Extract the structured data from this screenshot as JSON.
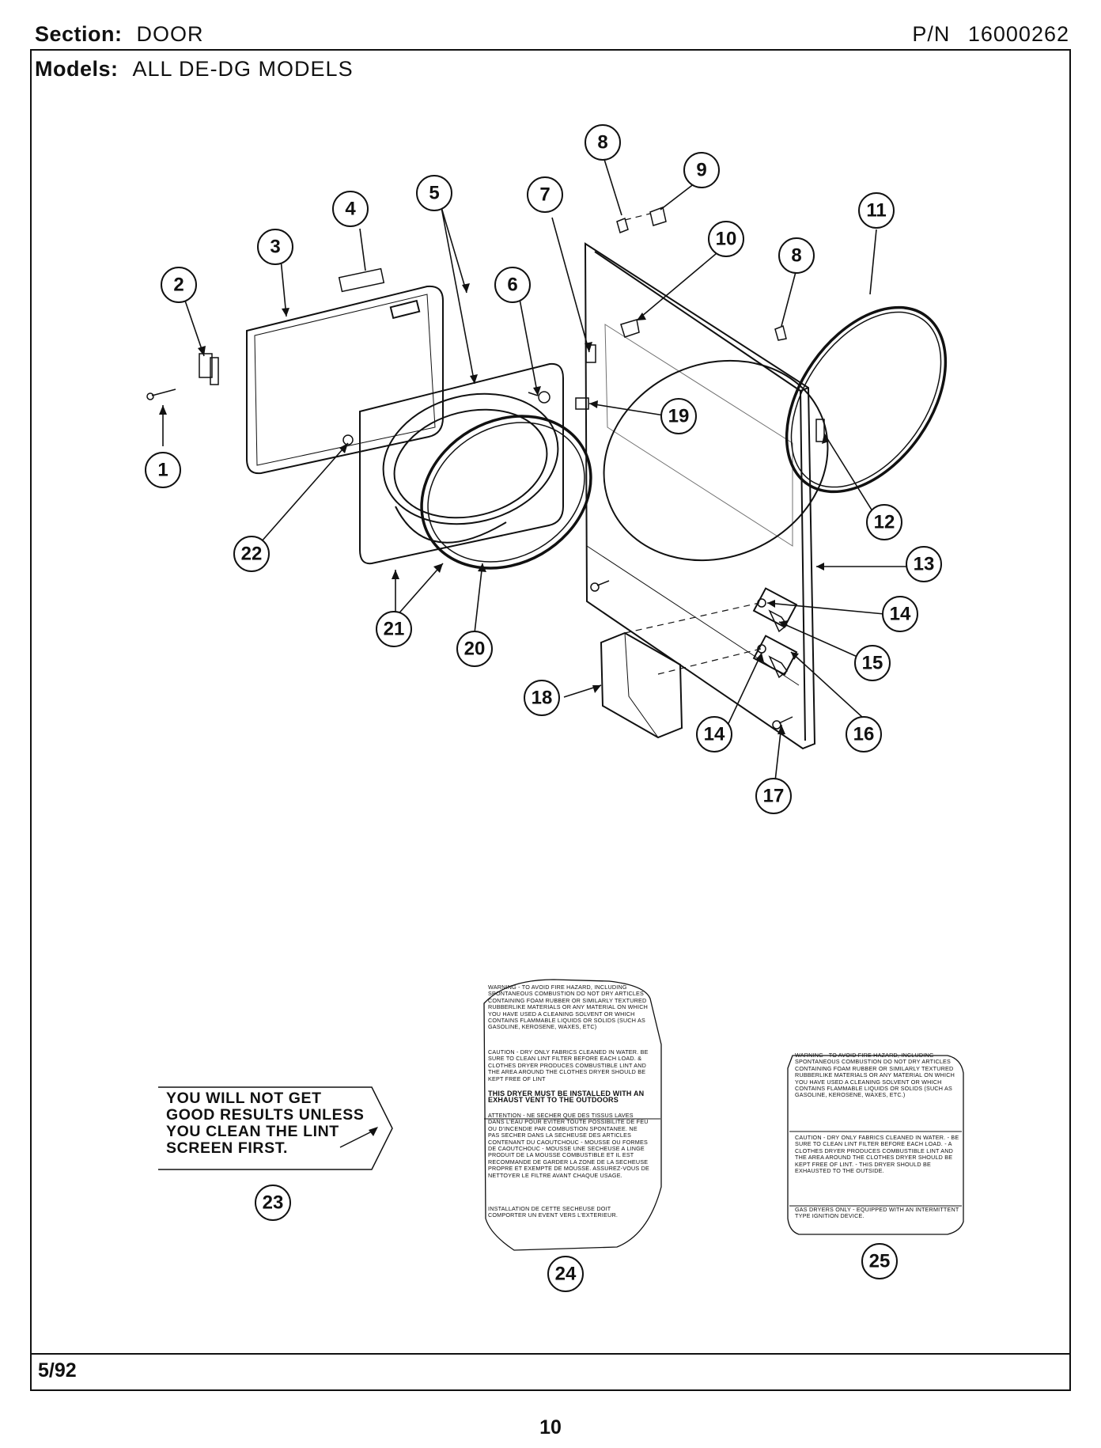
{
  "header": {
    "section_label": "Section:",
    "section_value": "DOOR",
    "pn_label": "P/N",
    "pn_value": "16000262",
    "models_label": "Models:",
    "models_value": "ALL DE-DG MODELS"
  },
  "footer": {
    "date": "5/92",
    "page_number": "10"
  },
  "callouts": {
    "c1": "1",
    "c2": "2",
    "c3": "3",
    "c4": "4",
    "c5": "5",
    "c6": "6",
    "c7": "7",
    "c8a": "8",
    "c8b": "8",
    "c9": "9",
    "c10": "10",
    "c11": "11",
    "c12": "12",
    "c13": "13",
    "c14a": "14",
    "c14b": "14",
    "c15": "15",
    "c16": "16",
    "c17": "17",
    "c18": "18",
    "c19": "19",
    "c20": "20",
    "c21": "21",
    "c22": "22",
    "c23": "23",
    "c24": "24",
    "c25": "25"
  },
  "label_23": {
    "line1": "YOU WILL NOT GET",
    "line2": "GOOD RESULTS UNLESS",
    "line3": "YOU CLEAN THE LINT",
    "line4": "SCREEN FIRST."
  },
  "label_24": {
    "warning": "WARNING - TO AVOID FIRE HAZARD, INCLUDING SPONTANEOUS COMBUSTION DO NOT DRY ARTICLES CONTAINING FOAM RUBBER OR SIMILARLY TEXTURED RUBBERLIKE MATERIALS OR ANY MATERIAL ON WHICH YOU HAVE USED A CLEANING SOLVENT OR WHICH CONTAINS FLAMMABLE LIQUIDS OR SOLIDS (SUCH AS GASOLINE, KEROSENE, WAXES, ETC)",
    "caution": "CAUTION - DRY ONLY FABRICS CLEANED IN WATER. BE SURE TO CLEAN LINT FILTER BEFORE EACH LOAD. & CLOTHES DRYER PRODUCES COMBUSTIBLE LINT AND THE AREA AROUND THE CLOTHES DRYER SHOULD BE KEPT FREE OF LINT",
    "install": "THIS DRYER MUST BE INSTALLED WITH AN EXHAUST VENT TO THE OUTDOORS",
    "attention": "ATTENTION - NE SECHER QUE DES TISSUS LAVES DANS L'EAU POUR EVITER TOUTE POSSIBILITE DE FEU OU D'INCENDIE PAR COMBUSTION SPONTANEE. NE PAS SECHER DANS LA SECHEUSE DES ARTICLES CONTENANT DU CAOUTCHOUC - MOUSSE OU FORMES DE CAOUTCHOUC - MOUSSE UNE SECHEUSE A LINGE PRODUIT DE LA MOUSSE COMBUSTIBLE ET IL EST RECOMMANDE DE GARDER LA ZONE DE LA SECHEUSE PROPRE ET EXEMPTE DE MOUSSE. ASSUREZ-VOUS DE NETTOYER LE FILTRE AVANT CHAQUE USAGE.",
    "installation": "INSTALLATION DE CETTE SECHEUSE DOIT COMPORTER UN EVENT VERS L'EXTERIEUR."
  },
  "label_25": {
    "warning": "WARNING - TO AVOID FIRE HAZARD, INCLUDING SPONTANEOUS COMBUSTION DO NOT DRY ARTICLES CONTAINING FOAM RUBBER OR SIMILARLY TEXTURED RUBBERLIKE MATERIALS OR ANY MATERIAL ON WHICH YOU HAVE USED A CLEANING SOLVENT OR WHICH CONTAINS FLAMMABLE LIQUIDS OR SOLIDS (SUCH AS GASOLINE, KEROSENE, WAXES, ETC.)",
    "caution": "CAUTION - DRY ONLY FABRICS CLEANED IN WATER. - BE SURE TO CLEAN LINT FILTER BEFORE EACH LOAD. - A CLOTHES DRYER PRODUCES COMBUSTIBLE LINT AND THE AREA AROUND THE CLOTHES DRYER SHOULD BE KEPT FREE OF LINT. - THIS DRYER SHOULD BE EXHAUSTED TO THE OUTSIDE.",
    "gas": "GAS DRYERS ONLY - EQUIPPED WITH AN INTERMITTENT TYPE IGNITION DEVICE."
  }
}
